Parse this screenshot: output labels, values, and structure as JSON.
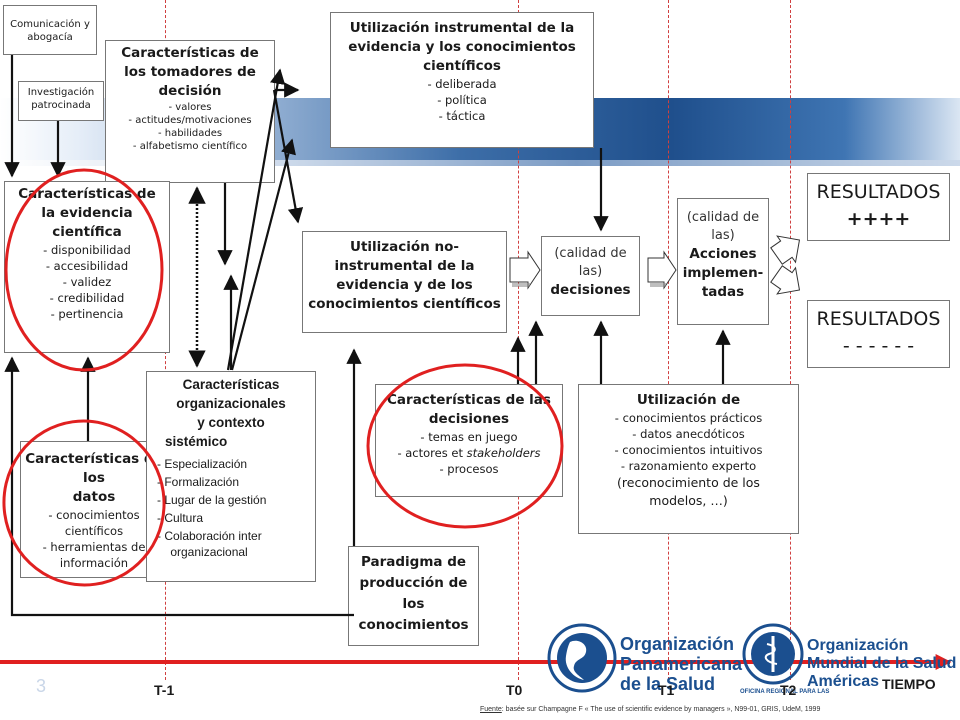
{
  "boxes": {
    "communication": {
      "lines": [
        "Comunicación y",
        "abogacía"
      ]
    },
    "sponsored": {
      "lines": [
        "Investigación",
        "patrocinada"
      ]
    },
    "decision_makers": {
      "title": [
        "Características de",
        "los tomadores de",
        "decisión"
      ],
      "items": [
        "- valores",
        "- actitudes/motivaciones",
        "- habilidades",
        "- alfabetismo científico"
      ]
    },
    "instrumental": {
      "title": [
        "Utilización instrumental de la",
        "evidencia y los conocimientos",
        "científicos"
      ],
      "items": [
        "- deliberada",
        "- política",
        "- táctica"
      ]
    },
    "evidence": {
      "title": [
        "Características de",
        "la evidencia",
        "científica"
      ],
      "items": [
        "- disponibilidad",
        "- accesibilidad",
        "- validez",
        "- credibilidad",
        "- pertinencia"
      ]
    },
    "non_instrumental": {
      "title": [
        "Utilización no-",
        "instrumental de la",
        "evidencia y de los",
        "conocimientos científicos"
      ]
    },
    "decisions_quality": {
      "lines": [
        "(calidad de",
        "las)"
      ],
      "bold": "decisiones"
    },
    "actions_quality": {
      "lines": [
        "(calidad de",
        "las)"
      ],
      "bold": [
        "Acciones",
        "implemen-",
        "tadas"
      ]
    },
    "results_plus": {
      "lines": [
        "RESULTADOS",
        "++++"
      ]
    },
    "results_minus": {
      "lines": [
        "RESULTADOS",
        "- - - - - -"
      ]
    },
    "data": {
      "title": [
        "Características de los",
        "datos"
      ],
      "items": [
        "- conocimientos",
        "científicos",
        "- herramientas de",
        "información"
      ]
    },
    "organizational": {
      "title": [
        "Características",
        "organizacionales",
        "y contexto",
        "sistémico"
      ],
      "items": [
        "-   Especialización",
        "-   Formalización",
        "-   Lugar de la gestión",
        "-   Cultura",
        "-   Colaboración inter",
        "    organizacional"
      ]
    },
    "decision_chars": {
      "title": [
        "Características de las",
        "decisiones"
      ],
      "items": [
        "- temas en juego",
        "- actores et ",
        "- procesos"
      ],
      "italic_word": "stakeholders"
    },
    "other_use": {
      "title": [
        "Utilización de"
      ],
      "items": [
        "- conocimientos prácticos",
        "- datos anecdóticos",
        "- conocimientos intuitivos",
        "- razonamiento experto",
        "(reconocimiento de los",
        "modelos, …)"
      ]
    },
    "paradigm": {
      "title": [
        "Paradigma de",
        "producción de",
        "los",
        "conocimientos"
      ]
    }
  },
  "timeline": {
    "labels": {
      "t_minus_1": "T-1",
      "t0": "T0",
      "t1": "T1",
      "t2": "T2",
      "axis": "TIEMPO"
    },
    "page_number": "3"
  },
  "logos": {
    "opas": [
      "Organización",
      "Panamericana",
      "de la Salud"
    ],
    "oms": [
      "Organización",
      "Mundial de la Salud"
    ],
    "oms_americas": "Américas",
    "oms_office": "OFICINA REGIONAL PARA LAS"
  },
  "source": {
    "label": "Fuente",
    "text": ": basée sur Champagne F « The use of scientific evidence by managers », N99-01, GRIS, UdeM, 1999"
  },
  "colors": {
    "accent_red": "#e02020",
    "band_blue": "#1f4f8c",
    "logo_blue": "#1b4f8f"
  }
}
